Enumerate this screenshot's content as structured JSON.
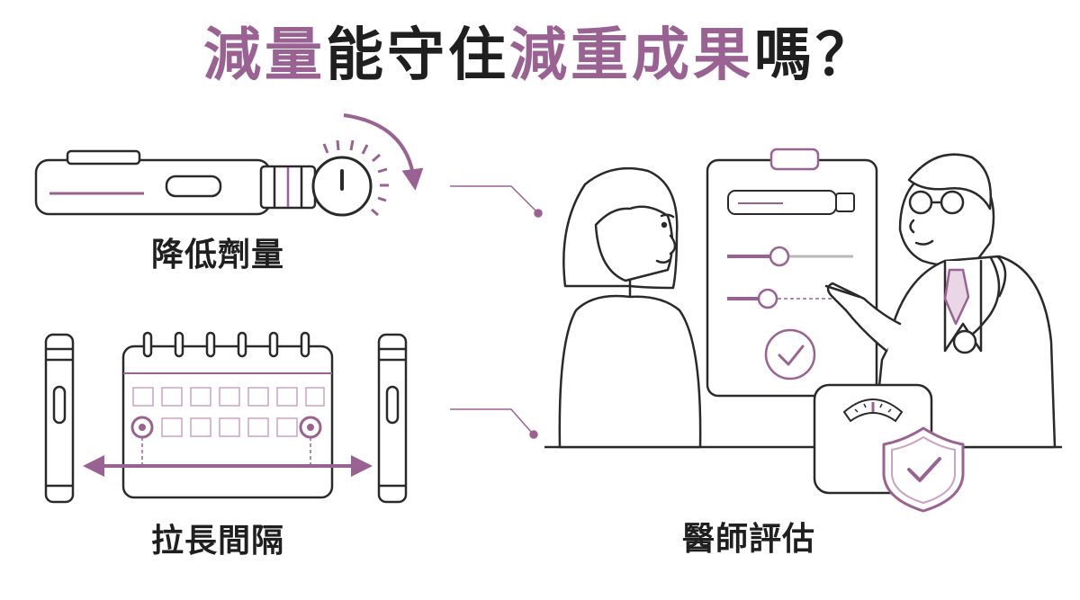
{
  "title": {
    "segments": [
      {
        "text": "減量",
        "color": "#9a6293"
      },
      {
        "text": "能守住",
        "color": "#1f1f1f"
      },
      {
        "text": "減重成果",
        "color": "#9a6293"
      },
      {
        "text": "嗎？",
        "color": "#1f1f1f"
      }
    ]
  },
  "labels": {
    "reduce_dose": "降低劑量",
    "extend_interval": "拉長間隔",
    "doctor_assessment": "醫師評估"
  },
  "colors": {
    "accent": "#9a6293",
    "accent_light": "#ead7e6",
    "line": "#2a2a2a"
  },
  "icons": [
    "injection-pen-icon",
    "dose-dial-icon",
    "rotate-arrow-icon",
    "calendar-icon",
    "double-arrow-icon",
    "patient-icon",
    "doctor-icon",
    "stethoscope-icon",
    "clipboard-icon",
    "checkmark-icon",
    "bathroom-scale-icon",
    "shield-check-icon"
  ]
}
